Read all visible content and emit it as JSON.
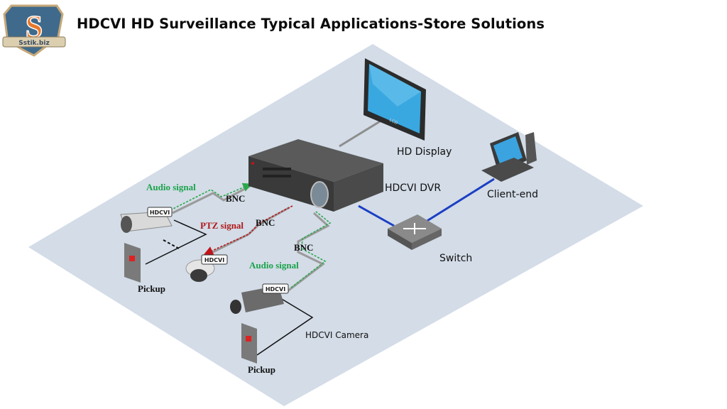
{
  "header": {
    "title": "HDCVI HD Surveillance Typical Applications-Store Solutions",
    "logo_letter": "S",
    "logo_text": "Sstik.biz"
  },
  "devices": {
    "display": "HD Display",
    "dvr": "HDCVI DVR",
    "client": "Client-end",
    "switch": "Switch",
    "camera": "HDCVI Camera",
    "pickup_1": "Pickup",
    "pickup_2": "Pickup",
    "lcd_text": "LCD"
  },
  "signals": {
    "audio_1": "Audio signal",
    "audio_2": "Audio signal",
    "ptz": "PTZ signal",
    "bnc_1": "BNC",
    "bnc_2": "BNC",
    "bnc_3": "BNC"
  },
  "camera_tags": {
    "bullet": "HDCVI",
    "dome": "HDCVI",
    "box": "HDCVI"
  },
  "colors": {
    "floor": "#d3dce7",
    "network_line": "#1b3fc4",
    "audio_line": "#2aa84a",
    "ptz_line": "#c0151b",
    "bnc_cable": "#9a9a9a",
    "screen": "#39a8e0"
  }
}
